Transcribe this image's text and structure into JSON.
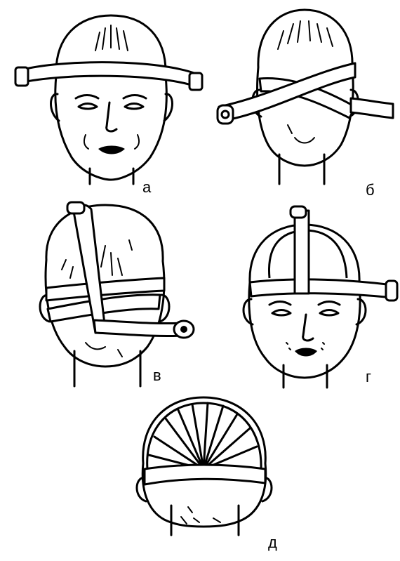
{
  "panels": [
    {
      "id": "a",
      "label": "а",
      "view": "front",
      "stage": "circular-turns"
    },
    {
      "id": "b",
      "label": "б",
      "view": "back",
      "stage": "crossed-turns"
    },
    {
      "id": "v",
      "label": "в",
      "view": "back",
      "stage": "longitudinal-turn"
    },
    {
      "id": "g",
      "label": "г",
      "view": "front",
      "stage": "fixing-turns"
    },
    {
      "id": "d",
      "label": "д",
      "view": "back",
      "stage": "completed-bandage"
    }
  ],
  "colors": {
    "ink": "#000000",
    "paper": "#ffffff"
  }
}
